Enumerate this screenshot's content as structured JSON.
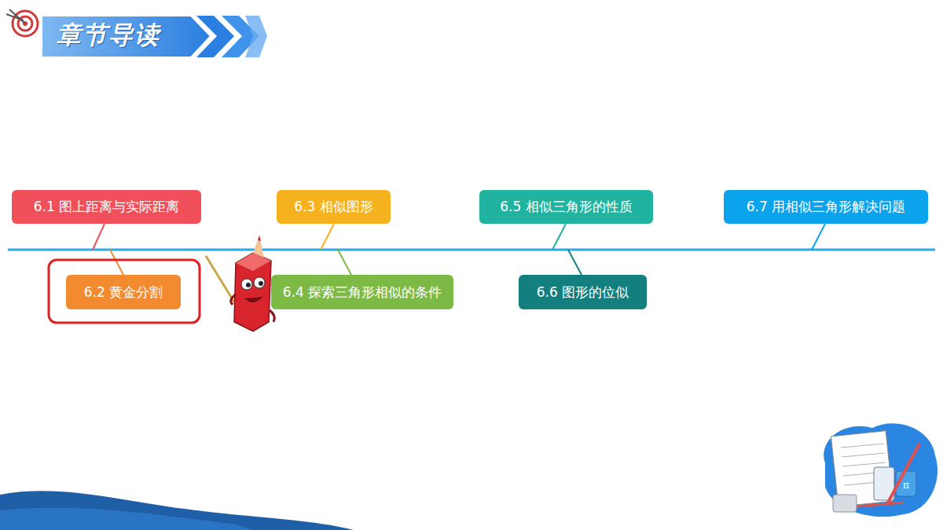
{
  "diagram": {
    "title": "章节导读",
    "nodes": [
      {
        "text": [
          "6.1 图上距离与实际距离"
        ]
      },
      {
        "text": [
          "6.2 黄金分割"
        ]
      },
      {
        "text": [
          "6.3 相似图形"
        ]
      },
      {
        "text": [
          "6.4 探索三角形相似的条件"
        ]
      },
      {
        "text": [
          "6.5 相似三角形的性质"
        ]
      },
      {
        "text": [
          "6.6 图形的位似"
        ]
      },
      {
        "text": [
          "6.7 用相似三角形解决问题"
        ]
      }
    ]
  }
}
